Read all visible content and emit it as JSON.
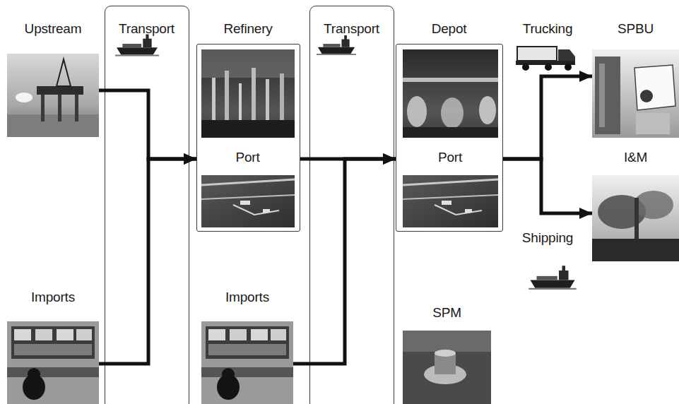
{
  "diagram": {
    "nodes": [
      {
        "text": [
          "Upstream"
        ]
      },
      {
        "text": [
          "Transport"
        ]
      },
      {
        "text": [
          "Refinery"
        ]
      },
      {
        "text": [
          "Port"
        ],
        "in": 2
      },
      {
        "text": [
          "Transport"
        ]
      },
      {
        "text": [
          "Depot"
        ]
      },
      {
        "text": [
          "Port"
        ],
        "in": 5
      },
      {
        "text": [
          "SPBU"
        ]
      },
      {
        "text": [
          "I&M"
        ]
      },
      {
        "text": [
          "Imports"
        ]
      },
      {
        "text": [
          "Imports"
        ]
      },
      {
        "text": [
          "SPM"
        ]
      }
    ],
    "edges": [
      {
        "from": 0,
        "to": 2,
        "arrow": "to"
      },
      {
        "from": 9,
        "to": 2,
        "arrow": "to"
      },
      {
        "from": 2,
        "to": 5,
        "arrow": "to"
      },
      {
        "from": 10,
        "to": 5,
        "arrow": "to"
      },
      {
        "from": 5,
        "to": 7,
        "arrow": "to"
      },
      {
        "from": 5,
        "to": 8,
        "arrow": "to"
      }
    ],
    "labels": [
      "Trucking",
      "Shipping"
    ]
  }
}
